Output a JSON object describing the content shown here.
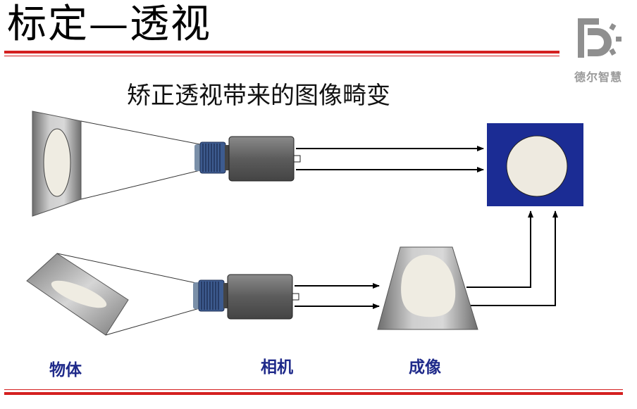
{
  "header": {
    "title": "标定—透视",
    "logo_text": "德尔智慧"
  },
  "diagram": {
    "subtitle": "矫正透视带来的图像畸变",
    "captions": {
      "object": "物体",
      "camera": "相机",
      "image": "成像"
    }
  },
  "colors": {
    "rule_red": "#d42020",
    "caption_blue": "#1f2a8a",
    "output_blue": "#1b2c94",
    "camera_gray": "#5a5a5a",
    "lens_blue": "#3a5a9a",
    "logo_gray": "#8f8f8f",
    "shape_cream": "#eeeae0"
  }
}
